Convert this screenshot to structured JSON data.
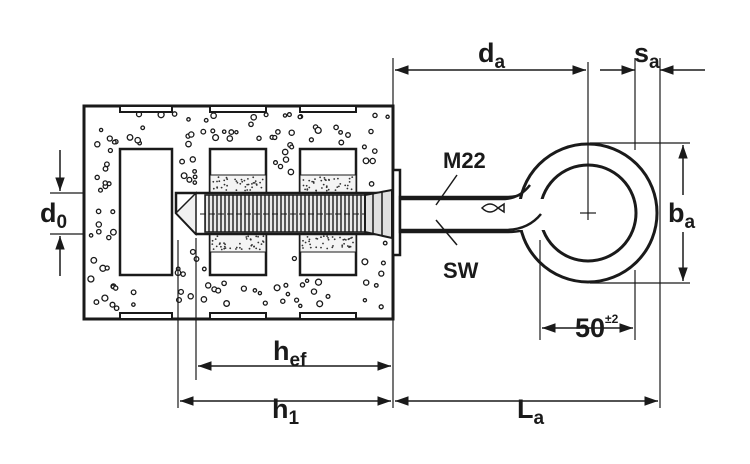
{
  "labels": {
    "da_main": "d",
    "da_sub": "a",
    "sa_main": "s",
    "sa_sub": "a",
    "d0_main": "d",
    "d0_sub": "0",
    "ba_main": "b",
    "ba_sub": "a",
    "m22": "M22",
    "sw": "SW",
    "hef_main": "h",
    "hef_sub": "ef",
    "h1_main": "h",
    "h1_sub": "1",
    "la_main": "L",
    "la_sub": "a",
    "fifty_main": "50",
    "fifty_sup": "±2"
  },
  "colors": {
    "ink": "#1a1a1a",
    "hatch": "#555555",
    "fill": "#ffffff"
  }
}
